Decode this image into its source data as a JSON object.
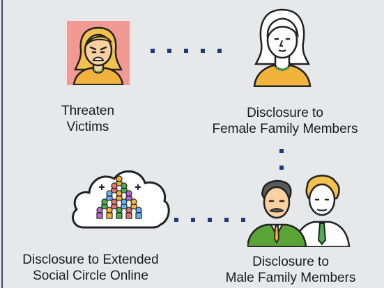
{
  "nodes": {
    "threaten": {
      "line1": "Threaten",
      "line2": "Victims",
      "icon": "distressed-woman-icon"
    },
    "female": {
      "line1": "Disclosure to",
      "line2": "Female Family Members",
      "icon": "woman-icon"
    },
    "male": {
      "line1": "Disclosure to",
      "line2": "Male Family Members",
      "icon": "two-men-icon"
    },
    "social": {
      "line1": "Disclosure to Extended",
      "line2": "Social Circle Online",
      "icon": "crowd-cloud-icon"
    }
  },
  "colors": {
    "background": "#e7e8ea",
    "connector": "#1f3a78",
    "alert_bg": "#f19a93",
    "hair": "#f2c14e",
    "skin": "#f9d0a0",
    "shirt": "#f2b33d",
    "suit": "#5aa336",
    "outline": "#222222"
  }
}
